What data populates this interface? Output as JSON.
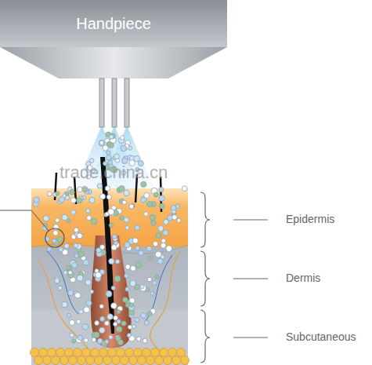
{
  "diagram": {
    "nodes": [
      {
        "text": [
          "Handpiece"
        ]
      }
    ],
    "labels": [
      "Epidermis",
      "Dermis",
      "Subcutaneous",
      "trade.china.cn"
    ]
  }
}
